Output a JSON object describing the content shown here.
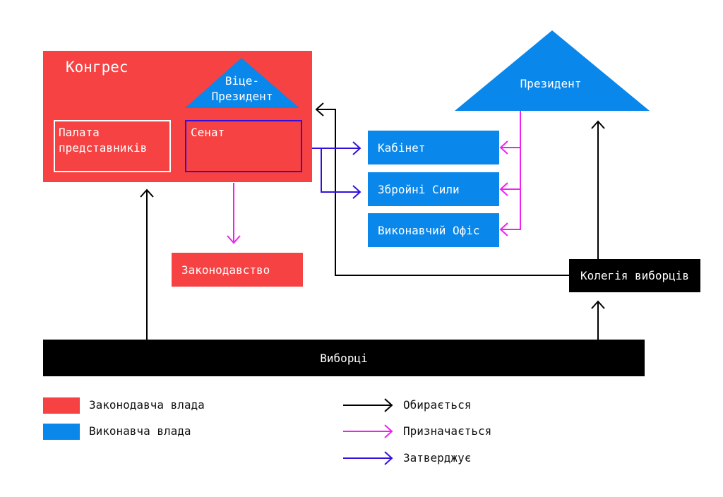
{
  "nodes": {
    "congress": "Конгрес",
    "vice_president": "Віце-\nПрезидент",
    "house": "Палата\nпредставників",
    "senate": "Сенат",
    "legislation": "Законодавство",
    "president": "Президент",
    "cabinet": "Кабінет",
    "armed_forces": "Збройні Сили",
    "executive_office": "Виконавчий Офіс",
    "electoral_college": "Колегія виборців",
    "voters": "Виборці"
  },
  "legend": {
    "legislative": "Законодавча влада",
    "executive": "Виконавча влада",
    "elected": "Обирається",
    "appointed": "Призначається",
    "approves": "Затверджує"
  },
  "colors": {
    "legislative": "#f64242",
    "executive": "#0a87ea",
    "elected": "#000000",
    "appointed": "#ee22ee",
    "approves": "#3311dd"
  }
}
